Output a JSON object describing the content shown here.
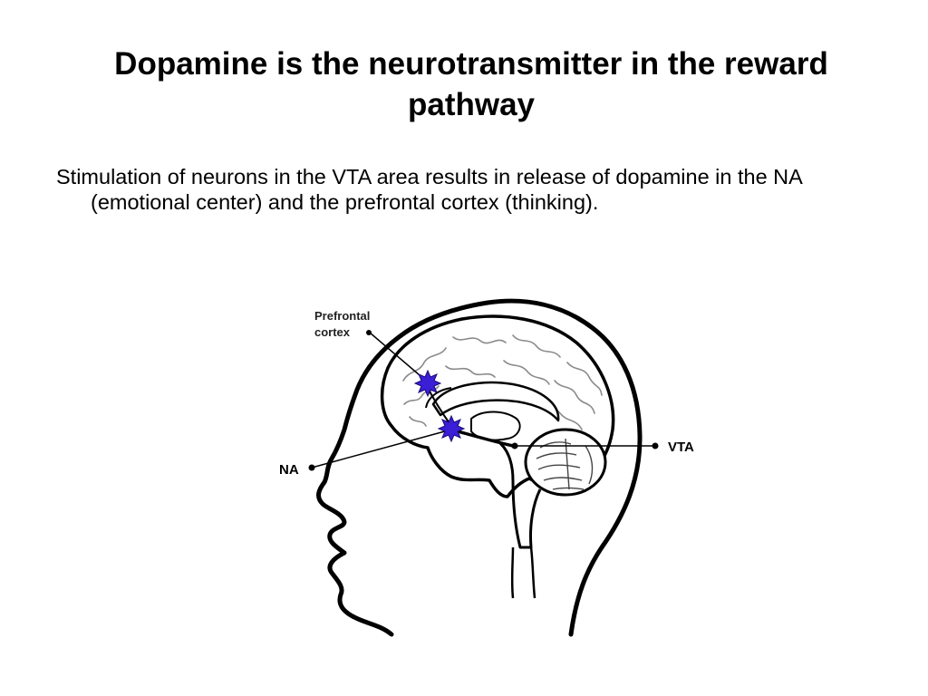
{
  "slide": {
    "title": "Dopamine is the neurotransmitter in the reward pathway",
    "body": "Stimulation of neurons in the VTA area results in release of dopamine in the NA (emotional center) and the prefrontal cortex (thinking)."
  },
  "diagram": {
    "labels": {
      "prefrontal_line1": "Prefrontal",
      "prefrontal_line2": "cortex",
      "vta": "VTA",
      "na": "NA"
    },
    "colors": {
      "outline": "#000000",
      "gyri": "#8a8a8a",
      "starburst_fill": "#3b1fd6",
      "starburst_stroke": "#1a0a7a"
    }
  }
}
